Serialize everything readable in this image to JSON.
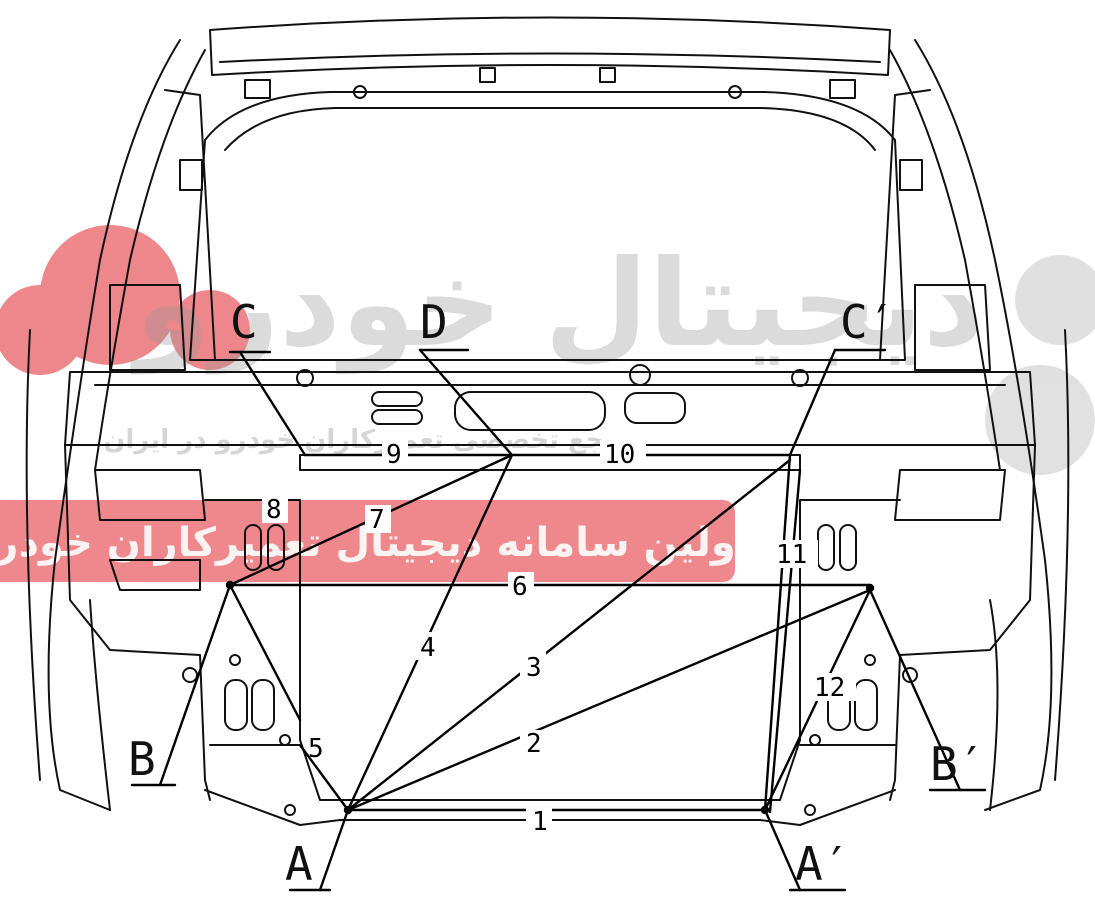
{
  "diagram": {
    "point_labels": {
      "A": "A",
      "A_prime": "A′",
      "B": "B",
      "B_prime": "B′",
      "C": "C",
      "C_prime": "C′",
      "D": "D"
    },
    "dimension_labels": [
      "1",
      "2",
      "3",
      "4",
      "5",
      "6",
      "7",
      "8",
      "9",
      "10",
      "11",
      "12"
    ]
  },
  "watermark": {
    "title": "دیجیتال خودرو",
    "subtitle": "اولین سامانه دیجیتال تعمیرکاران خودرو",
    "faint_line": "مرجع تخصصی تعمیرکاران خودرو در ایران",
    "brand_color": "#e0262e"
  }
}
